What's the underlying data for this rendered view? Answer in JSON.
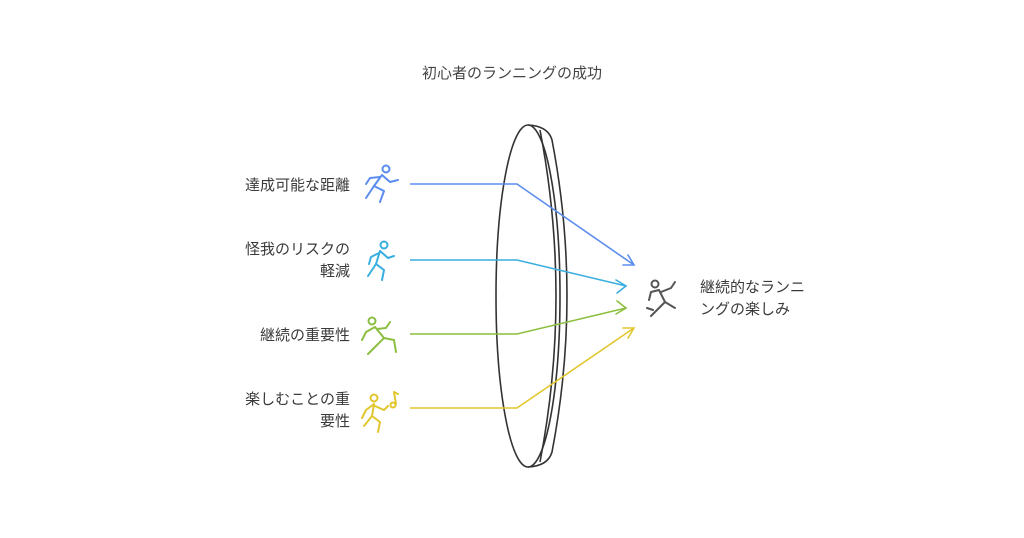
{
  "title": "初心者のランニングの成功",
  "inputs": [
    {
      "label": "達成可能な距離",
      "icon": "runner-icon",
      "color": "#5b8def"
    },
    {
      "label": "怪我のリスクの\n軽減",
      "icon": "runner-icon",
      "color": "#3aaee0"
    },
    {
      "label": "継続の重要性",
      "icon": "runner-icon",
      "color": "#8cbf3f"
    },
    {
      "label": "楽しむことの重\n要性",
      "icon": "runner-music-icon",
      "color": "#e2c62e"
    }
  ],
  "output": {
    "label": "継続的なランニ\nングの楽しみ",
    "icon": "runner-icon",
    "color": "#555555"
  },
  "lens_color": "#333333"
}
